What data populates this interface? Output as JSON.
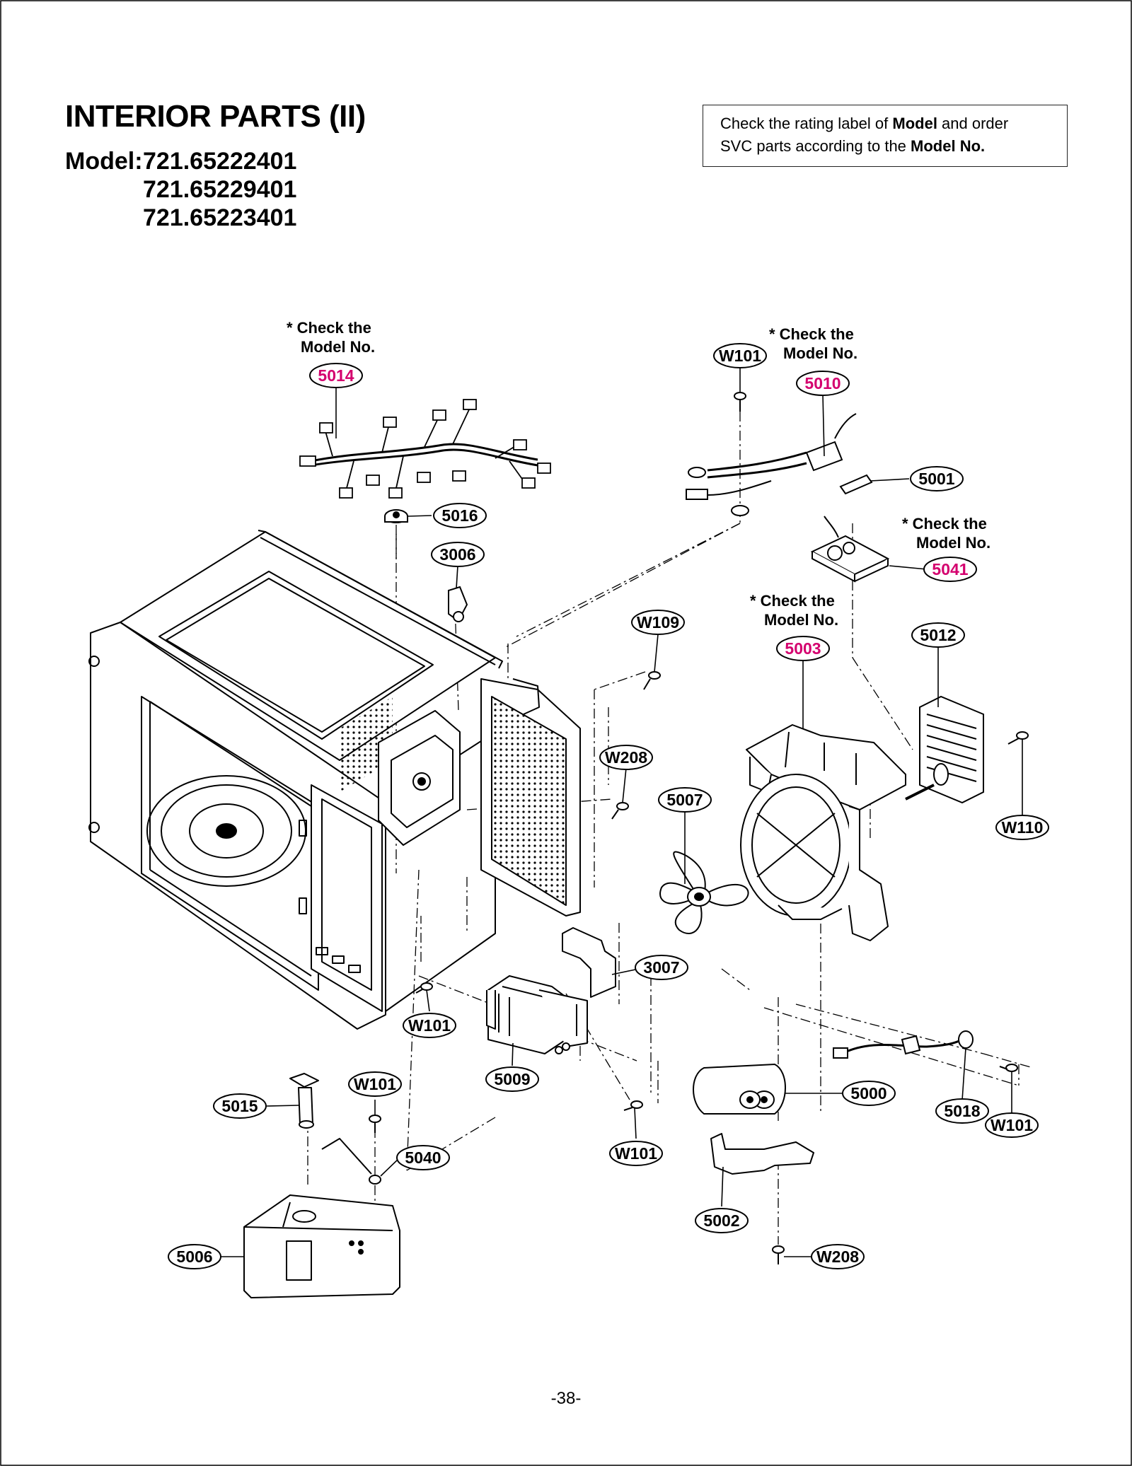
{
  "header": {
    "title": "INTERIOR PARTS (II)",
    "model_label": "Model:",
    "models": [
      "721.65222401",
      "721.65229401",
      "721.65223401"
    ]
  },
  "notice": {
    "t1": "Check the rating label of ",
    "b1": "Model",
    "t2": " and order",
    "t3": "SVC parts according to the ",
    "b2": "Model No."
  },
  "notes": {
    "check_line1": "* Check the",
    "check_line2": "Model No."
  },
  "colors": {
    "highlight": "#d4006e",
    "line": "#000000"
  },
  "callouts": [
    {
      "id": "5014",
      "highlight": true
    },
    {
      "id": "W101",
      "highlight": false
    },
    {
      "id": "5010",
      "highlight": true
    },
    {
      "id": "5001",
      "highlight": false
    },
    {
      "id": "5016",
      "highlight": false
    },
    {
      "id": "3006",
      "highlight": false
    },
    {
      "id": "5041",
      "highlight": true
    },
    {
      "id": "W109",
      "highlight": false
    },
    {
      "id": "5003",
      "highlight": true
    },
    {
      "id": "5012",
      "highlight": false
    },
    {
      "id": "W208",
      "highlight": false
    },
    {
      "id": "5007",
      "highlight": false
    },
    {
      "id": "W110",
      "highlight": false
    },
    {
      "id": "3007",
      "highlight": false
    },
    {
      "id": "W101",
      "highlight": false
    },
    {
      "id": "5009",
      "highlight": false
    },
    {
      "id": "5000",
      "highlight": false
    },
    {
      "id": "5018",
      "highlight": false
    },
    {
      "id": "W101",
      "highlight": false
    },
    {
      "id": "5015",
      "highlight": false
    },
    {
      "id": "W101",
      "highlight": false
    },
    {
      "id": "5040",
      "highlight": false
    },
    {
      "id": "W101",
      "highlight": false
    },
    {
      "id": "5002",
      "highlight": false
    },
    {
      "id": "5006",
      "highlight": false
    },
    {
      "id": "W208",
      "highlight": false
    }
  ],
  "footer": {
    "page": "-38-"
  }
}
